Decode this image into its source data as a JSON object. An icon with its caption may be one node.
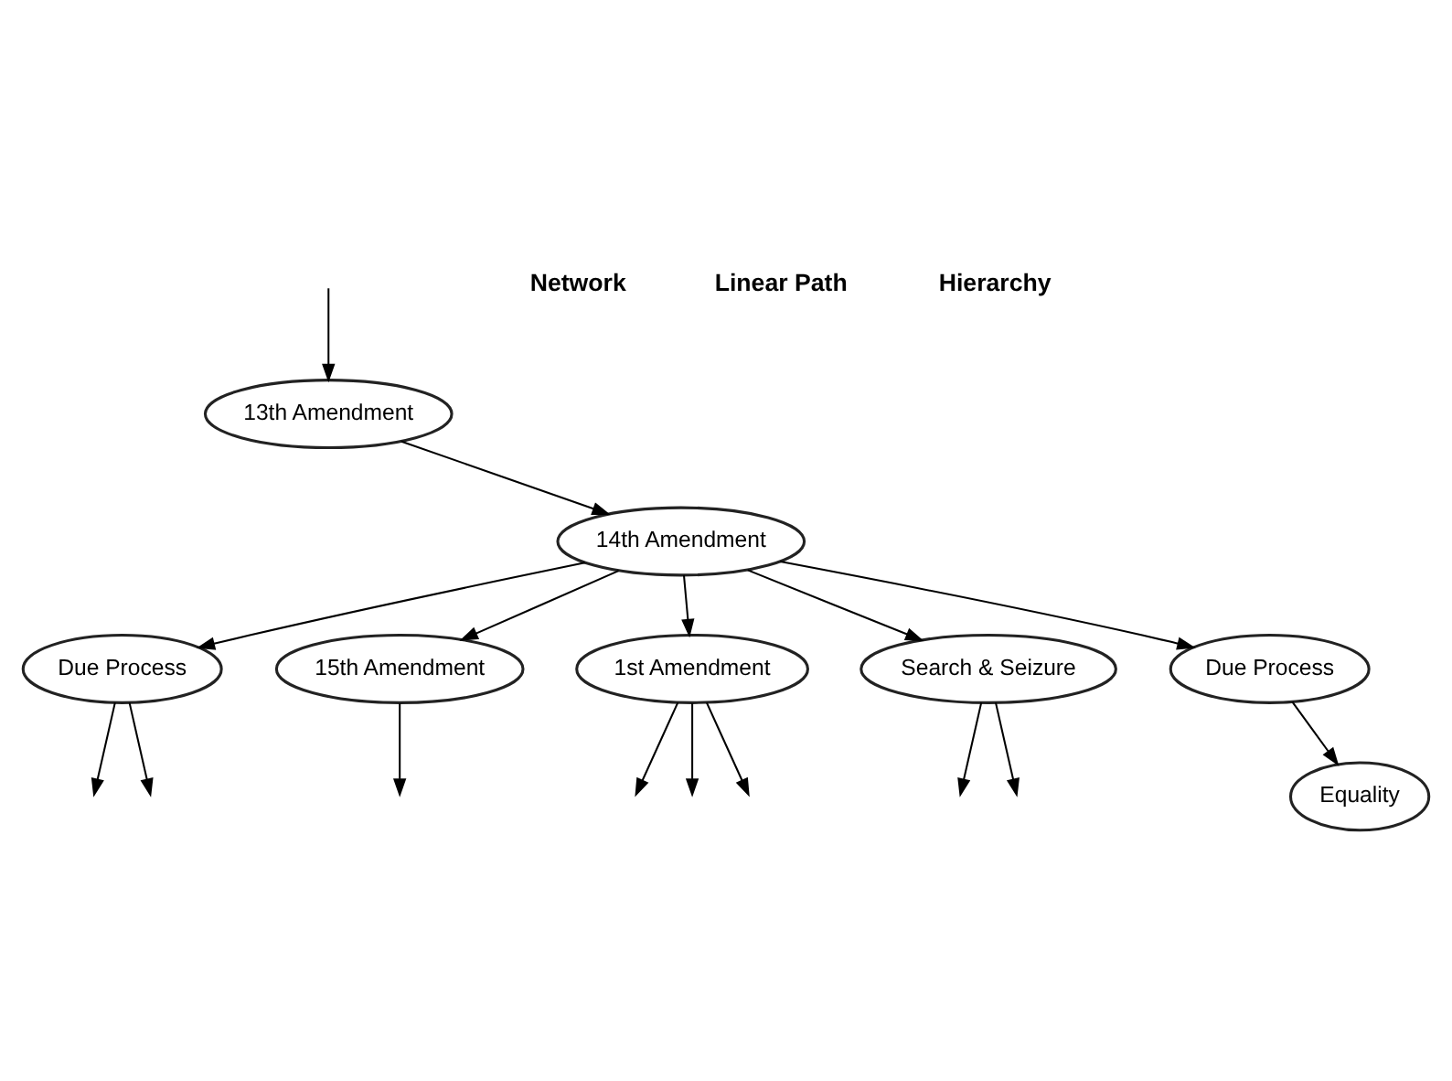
{
  "diagram": {
    "nodes": [
      {
        "text": [
          "Equality"
        ]
      },
      {
        "text": [
          "1st Amendment"
        ]
      },
      {
        "text": [
          "13th Amendment"
        ]
      },
      {
        "text": [
          "Due Process"
        ]
      },
      {
        "text": [
          "Search & Seizure"
        ]
      },
      {
        "text": [
          "14th Amendment"
        ]
      },
      {
        "text": [
          "Due Process"
        ]
      },
      {
        "text": [
          "15th Amendment"
        ]
      }
    ],
    "edges": [
      {
        "from": null,
        "to": 2,
        "arrow": "to"
      },
      {
        "from": 2,
        "to": 5,
        "arrow": "to"
      },
      {
        "from": 5,
        "to": 7,
        "arrow": "to"
      },
      {
        "from": 7,
        "to": null,
        "arrow": "to"
      },
      {
        "from": 5,
        "to": 1,
        "arrow": "to"
      },
      {
        "from": 5,
        "to": 4,
        "arrow": "to"
      },
      {
        "from": 5,
        "to": 6,
        "arrow": "to"
      },
      {
        "from": 5,
        "to": 3,
        "arrow": "to"
      },
      {
        "from": 3,
        "to": 0,
        "arrow": "to"
      },
      {
        "from": 1,
        "to": null,
        "arrow": "to"
      },
      {
        "from": 1,
        "to": null,
        "arrow": "to"
      },
      {
        "from": 1,
        "to": null,
        "arrow": "to"
      },
      {
        "from": 4,
        "to": null,
        "arrow": "to"
      },
      {
        "from": 4,
        "to": null,
        "arrow": "to"
      },
      {
        "from": 6,
        "to": null,
        "arrow": "to"
      },
      {
        "from": 6,
        "to": null,
        "arrow": "to"
      }
    ],
    "labels": [
      "Network",
      "Linear Path",
      "Hierarchy"
    ]
  }
}
